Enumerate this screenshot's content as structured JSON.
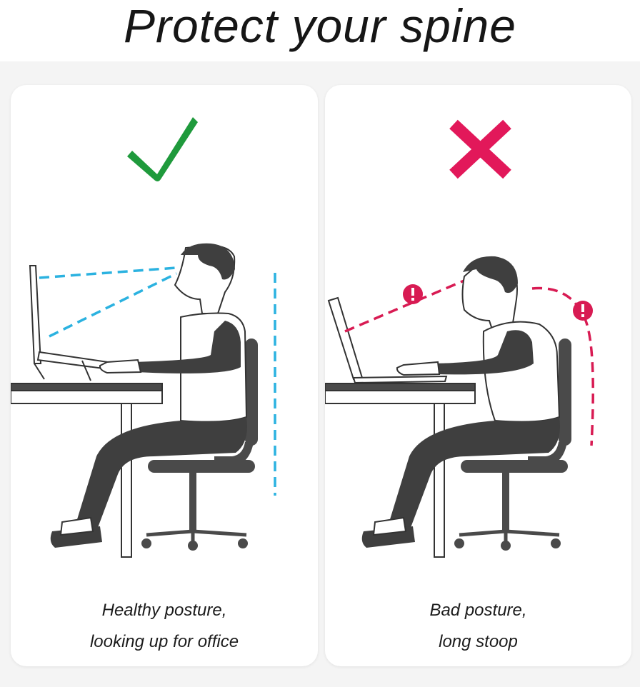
{
  "title": "Protect your spine",
  "panels": [
    {
      "id": "good",
      "verdict_icon": "green-checkmark-icon",
      "caption_line1": "Healthy posture,",
      "caption_line2": "looking up for office"
    },
    {
      "id": "bad",
      "verdict_icon": "red-x-icon",
      "caption_line1": "Bad posture,",
      "caption_line2": "long stoop"
    }
  ],
  "colors": {
    "check": "#1f9a3c",
    "cross": "#e2185a",
    "sightline_good": "#2bb2e0",
    "sightline_bad": "#d81b53",
    "figure": "#3f3f3f",
    "furniture": "#4a4a4a"
  }
}
